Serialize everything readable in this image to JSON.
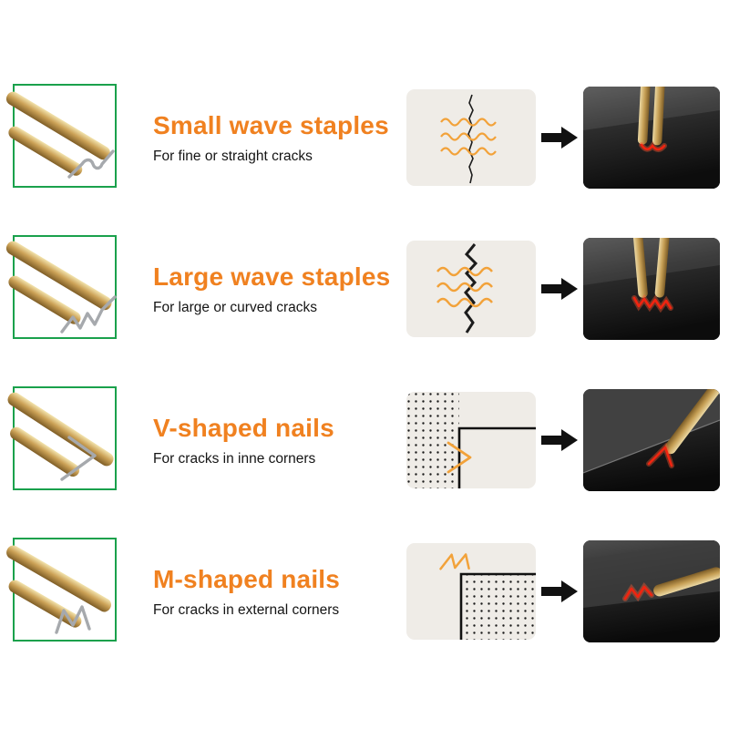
{
  "colors": {
    "title_orange": "#f08120",
    "frame_green": "#1aa14c",
    "staple_orange": "#f2a23a",
    "crack_black": "#1c1c1c",
    "hot_red": "#f02410"
  },
  "rows": [
    {
      "id": "small-wave-staples",
      "title": "Small wave staples",
      "subtitle": "For fine or straight cracks"
    },
    {
      "id": "large-wave-staples",
      "title": "Large wave staples",
      "subtitle": "For large or curved cracks"
    },
    {
      "id": "v-shaped-nails",
      "title": "V-shaped nails",
      "subtitle": "For cracks in inne corners"
    },
    {
      "id": "m-shaped-nails",
      "title": "M-shaped nails",
      "subtitle": "For cracks in external corners"
    }
  ]
}
